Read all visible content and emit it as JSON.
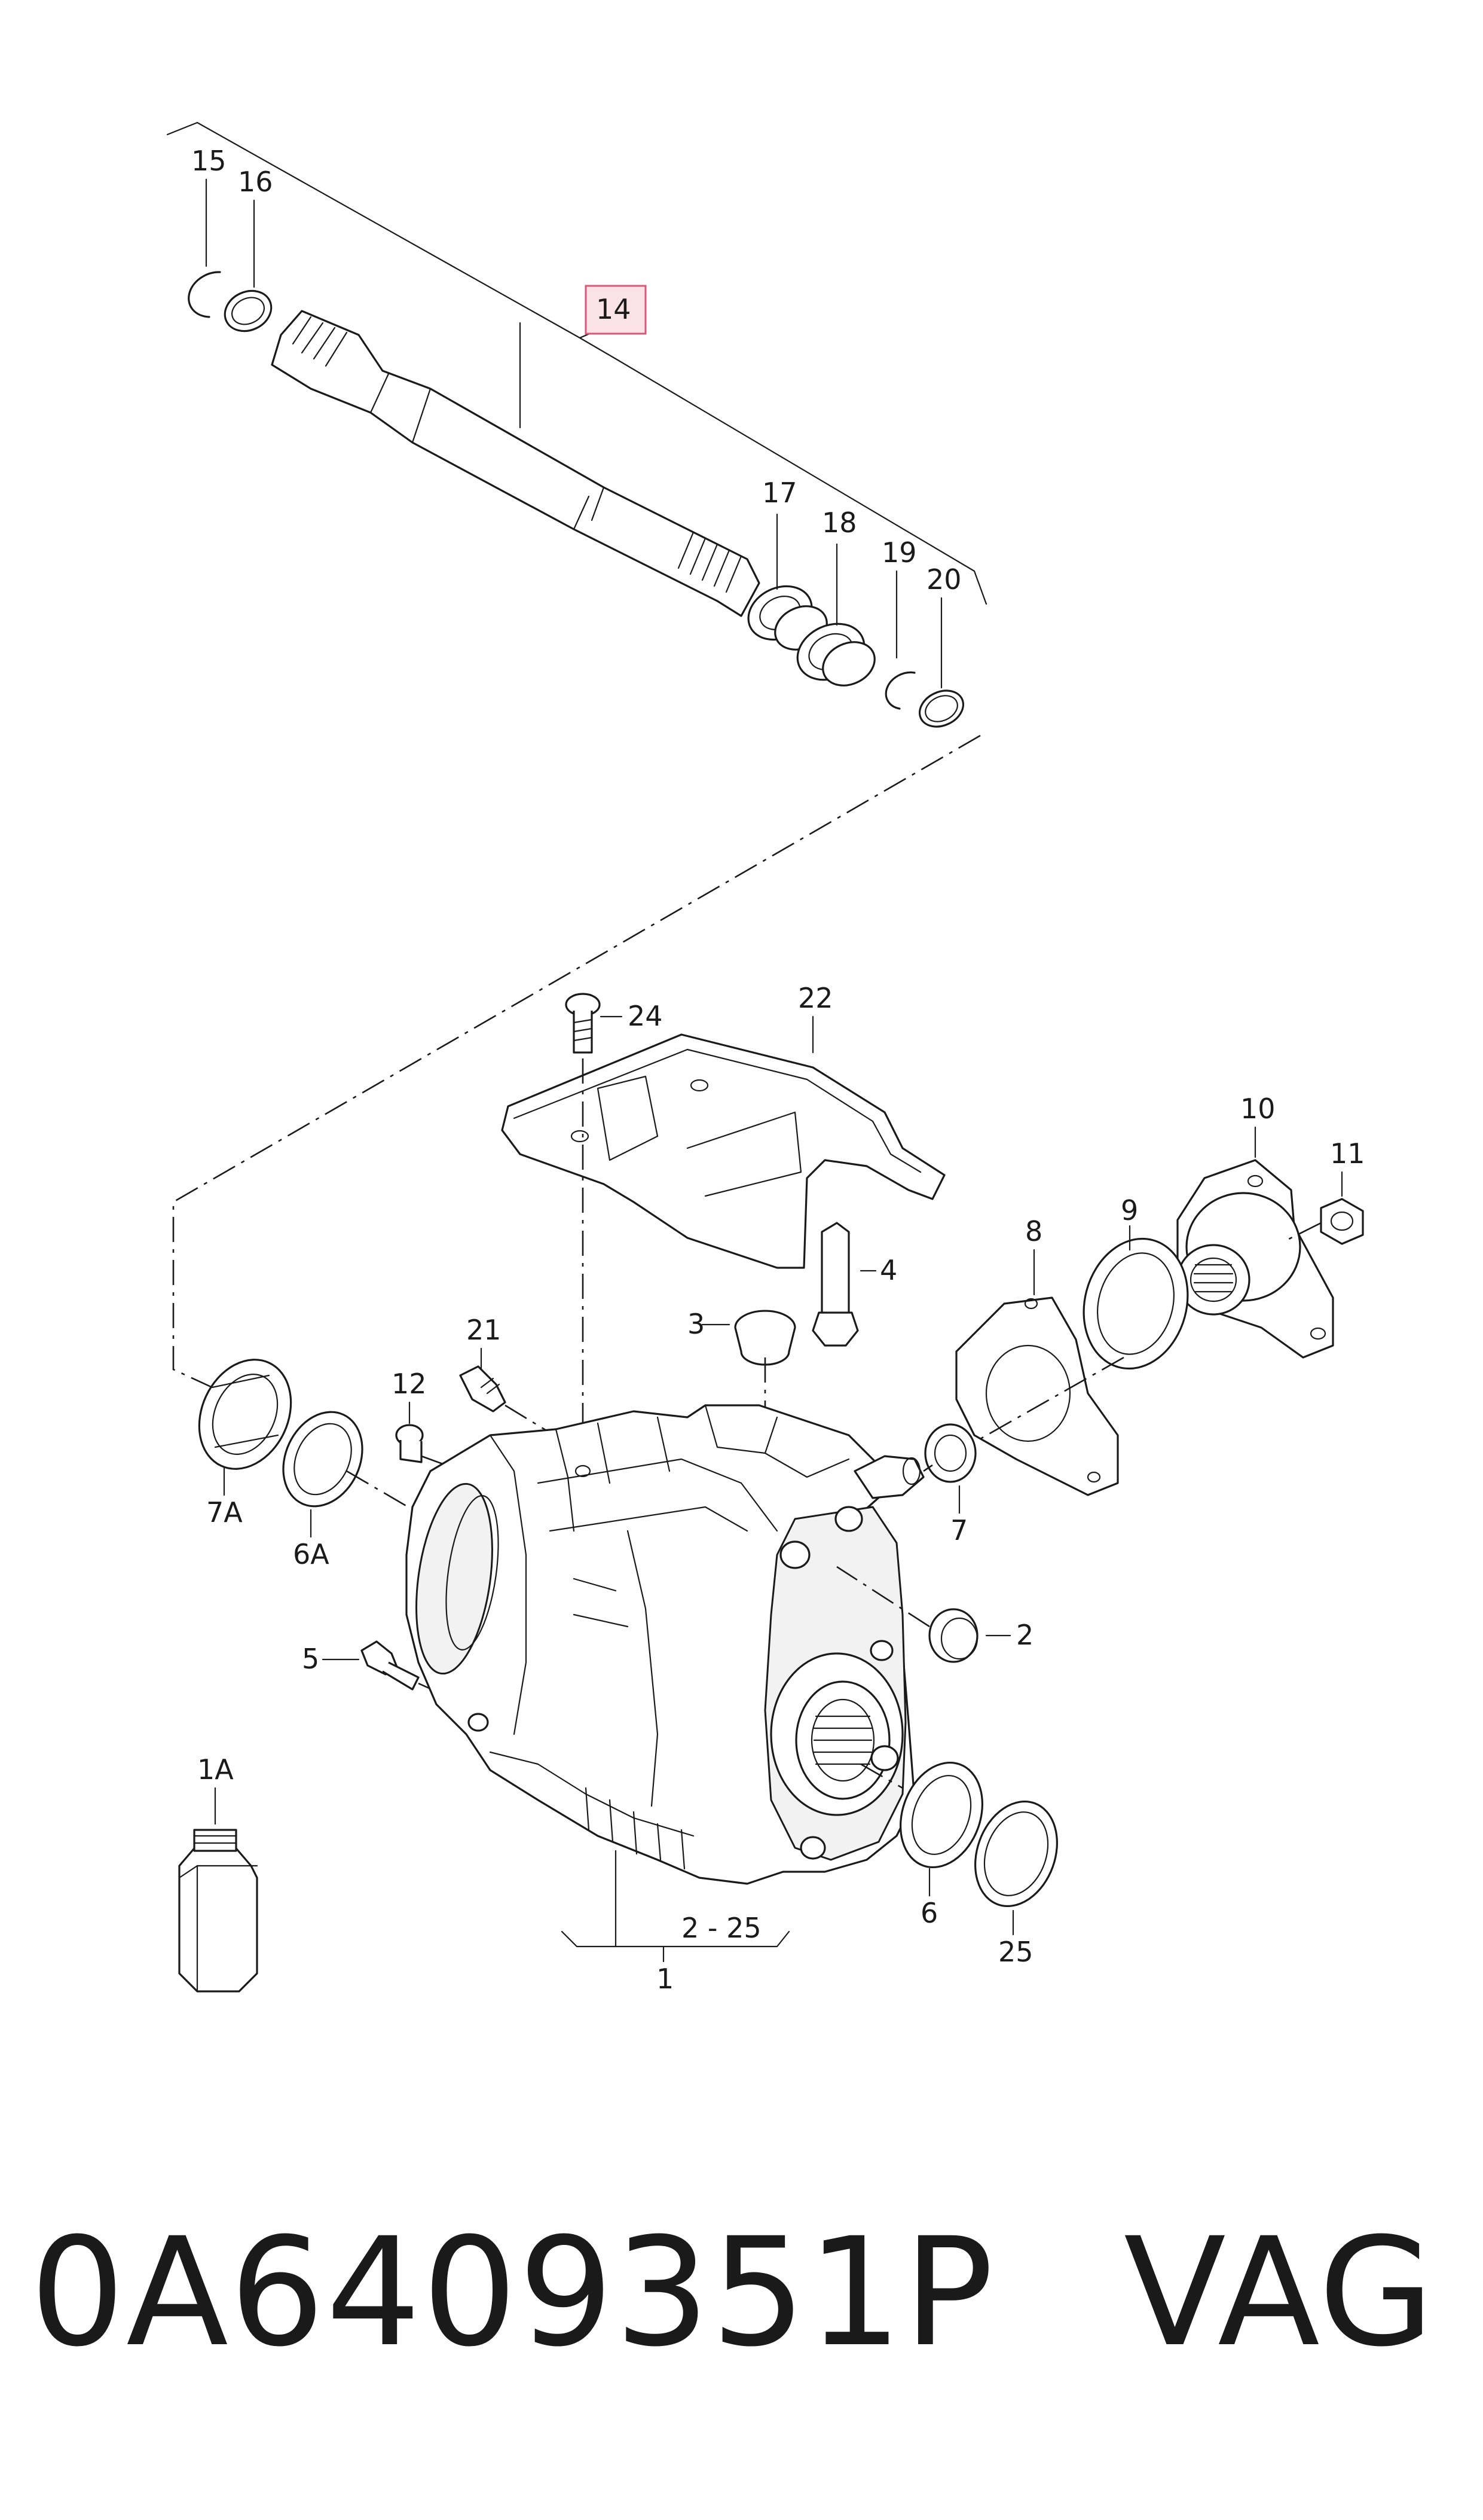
{
  "diagram": {
    "labels": {
      "p15": "15",
      "p16": "16",
      "p14": "14",
      "p17": "17",
      "p18": "18",
      "p19": "19",
      "p20": "20",
      "p24": "24",
      "p22": "22",
      "p10": "10",
      "p11": "11",
      "p8": "8",
      "p9": "9",
      "p4": "4",
      "p3": "3",
      "p21": "21",
      "p12": "12",
      "p7": "7",
      "p7A": "7A",
      "p6A": "6A",
      "p2": "2",
      "p5": "5",
      "p1A": "1A",
      "p6": "6",
      "p25": "25",
      "p2_25": "2 - 25",
      "p1": "1"
    },
    "highlighted_label": "14",
    "highlight_color": "#d9587a"
  },
  "footer": {
    "part_number": "0A6409351P",
    "brand": "VAG"
  }
}
